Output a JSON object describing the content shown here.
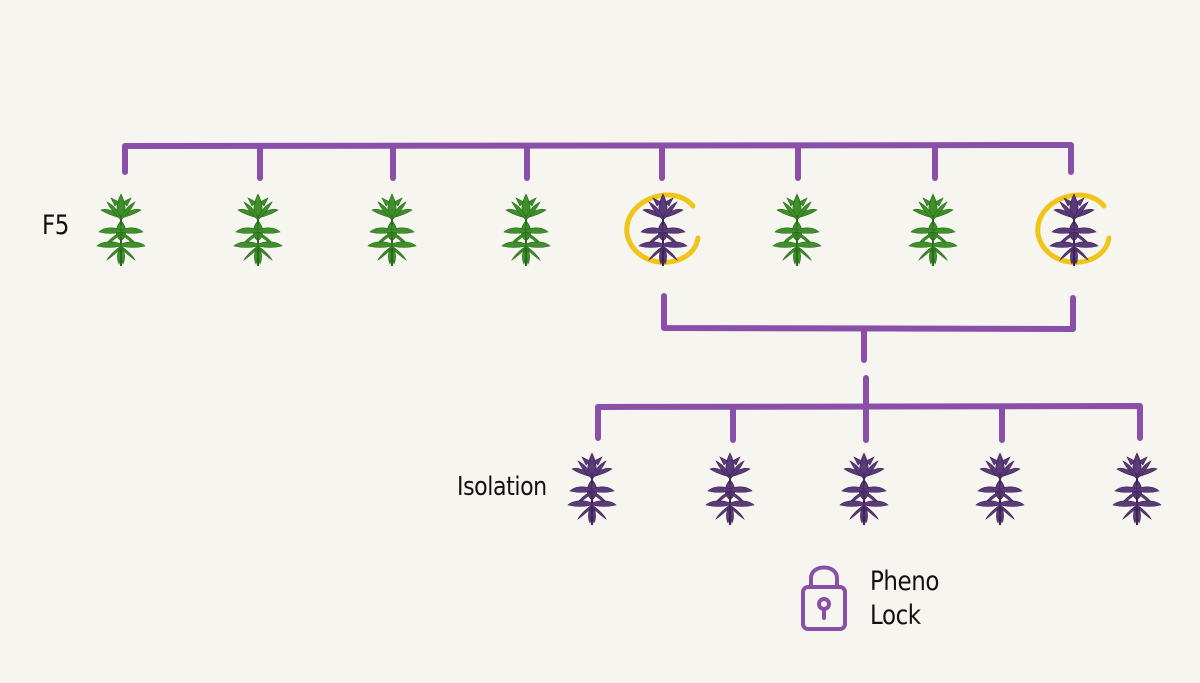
{
  "labels": {
    "generation": "F5",
    "isolation": "Isolation",
    "lock_line1": "Pheno",
    "lock_line2": "Lock"
  },
  "colors": {
    "background": "#f7f5f0",
    "line": "#8a4fa8",
    "green_plant": "#3f8f2a",
    "green_plant_dark": "#256b1a",
    "purple_plant": "#5a3a78",
    "purple_plant_dark": "#3c2356",
    "highlight": "#f0c419",
    "lock": "#8a4fa8"
  },
  "f5_plants": [
    {
      "color": "green",
      "selected": false
    },
    {
      "color": "green",
      "selected": false
    },
    {
      "color": "green",
      "selected": false
    },
    {
      "color": "green",
      "selected": false
    },
    {
      "color": "purple",
      "selected": true
    },
    {
      "color": "green",
      "selected": false
    },
    {
      "color": "green",
      "selected": false
    },
    {
      "color": "purple",
      "selected": true
    }
  ],
  "isolation_plants": [
    {
      "color": "purple"
    },
    {
      "color": "purple"
    },
    {
      "color": "purple"
    },
    {
      "color": "purple"
    },
    {
      "color": "purple"
    }
  ],
  "icons": {
    "plant": "cannabis-plant-icon",
    "lock": "padlock-icon"
  }
}
